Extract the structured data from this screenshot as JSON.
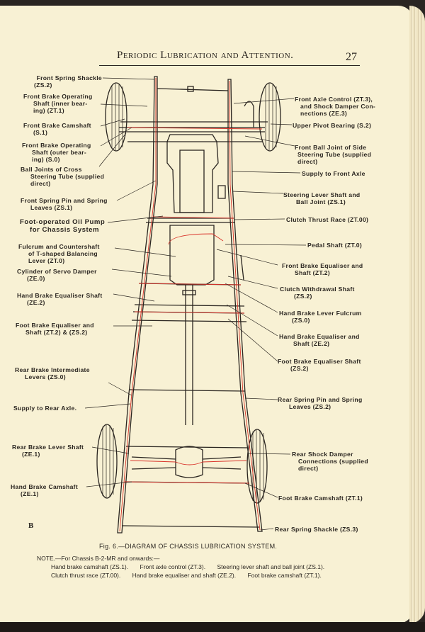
{
  "header": {
    "title": "Periodic Lubrication and Attention.",
    "page_number": "27"
  },
  "labels_left": [
    {
      "id": "front-spring-shackle",
      "lines": [
        "Front Spring Shackle",
        "(ZS.2)"
      ]
    },
    {
      "id": "front-brake-operating-shaft-inner",
      "lines": [
        "Front Brake Operating",
        "Shaft (inner bear-",
        "ing) (ZT.1)"
      ]
    },
    {
      "id": "front-brake-camshaft",
      "lines": [
        "Front Brake Camshaft",
        "(S.1)"
      ]
    },
    {
      "id": "front-brake-operating-shaft-outer",
      "lines": [
        "Front Brake Operating",
        "Shaft (outer bear-",
        "ing) (S.0)"
      ]
    },
    {
      "id": "ball-joints-cross-steering-tube",
      "lines": [
        "Ball Joints of Cross",
        "Steering Tube (supplied",
        "direct)"
      ]
    },
    {
      "id": "front-spring-pin",
      "lines": [
        "Front Spring Pin and Spring",
        "Leaves (ZS.1)"
      ]
    },
    {
      "id": "foot-operated-oil-pump",
      "lines": [
        "Foot-operated Oil Pump",
        "for Chassis System"
      ]
    },
    {
      "id": "fulcrum-countershaft",
      "lines": [
        "Fulcrum and Countershaft",
        "of T-shaped Balancing",
        "Lever (ZT.0)"
      ]
    },
    {
      "id": "cylinder-servo-damper",
      "lines": [
        "Cylinder of Servo Damper",
        "(ZE.0)"
      ]
    },
    {
      "id": "hand-brake-equaliser-shaft",
      "lines": [
        "Hand Brake Equaliser Shaft",
        "(ZE.2)"
      ]
    },
    {
      "id": "foot-brake-equaliser-and-shaft",
      "lines": [
        "Foot Brake Equaliser and",
        "Shaft (ZT.2) & (ZS.2)"
      ]
    },
    {
      "id": "rear-brake-intermediate-levers",
      "lines": [
        "Rear Brake Intermediate",
        "Levers (ZS.0)"
      ]
    },
    {
      "id": "supply-rear-axle",
      "lines": [
        "Supply to Rear Axle."
      ]
    },
    {
      "id": "rear-brake-lever-shaft",
      "lines": [
        "Rear Brake Lever Shaft",
        "(ZE.1)"
      ]
    },
    {
      "id": "hand-brake-camshaft",
      "lines": [
        "Hand Brake Camshaft",
        "(ZE.1)"
      ]
    }
  ],
  "labels_right": [
    {
      "id": "front-axle-control",
      "lines": [
        "Front Axle Control (ZT.3),",
        "and Shock Damper Con-",
        "nections (ZE.3)"
      ]
    },
    {
      "id": "upper-pivot-bearing",
      "lines": [
        "Upper Pivot Bearing (S.2)"
      ]
    },
    {
      "id": "front-ball-joint-side-steering",
      "lines": [
        "Front Ball Joint of Side",
        "Steering Tube (supplied",
        "direct)"
      ]
    },
    {
      "id": "supply-front-axle",
      "lines": [
        "Supply to Front Axle"
      ]
    },
    {
      "id": "steering-lever-shaft",
      "lines": [
        "Steering Lever Shaft and",
        "Ball Joint (ZS.1)"
      ]
    },
    {
      "id": "clutch-thrust-race",
      "lines": [
        "Clutch Thrust Race (ZT.00)"
      ]
    },
    {
      "id": "pedal-shaft",
      "lines": [
        "Pedal Shaft (ZT.0)"
      ]
    },
    {
      "id": "front-brake-equaliser",
      "lines": [
        "Front Brake Equaliser and",
        "Shaft (ZT.2)"
      ]
    },
    {
      "id": "clutch-withdrawal-shaft",
      "lines": [
        "Clutch Withdrawal Shaft",
        "(ZS.2)"
      ]
    },
    {
      "id": "hand-brake-lever-fulcrum",
      "lines": [
        "Hand Brake Lever Fulcrum",
        "(ZS.0)"
      ]
    },
    {
      "id": "hand-brake-equaliser-and-shaft",
      "lines": [
        "Hand Brake Equaliser and",
        "Shaft (ZE.2)"
      ]
    },
    {
      "id": "foot-brake-equaliser-shaft",
      "lines": [
        "Foot Brake Equaliser Shaft",
        "(ZS.2)"
      ]
    },
    {
      "id": "rear-spring-pin",
      "lines": [
        "Rear Spring Pin and Spring",
        "Leaves (ZS.2)"
      ]
    },
    {
      "id": "rear-shock-damper",
      "lines": [
        "Rear Shock Damper",
        "Connections (supplied",
        "direct)"
      ]
    },
    {
      "id": "foot-brake-camshaft",
      "lines": [
        "Foot Brake Camshaft (ZT.1)"
      ]
    },
    {
      "id": "rear-spring-shackle",
      "lines": [
        "Rear Spring Shackle (ZS.3)"
      ]
    }
  ],
  "section_letter": "B",
  "caption": "Fig. 6.—DIAGRAM OF CHASSIS LUBRICATION SYSTEM.",
  "note": {
    "intro": "NOTE.—For Chassis B-2-MR and onwards:—",
    "rows": [
      [
        "Hand brake camshaft (ZS.1).",
        "Front axle control (ZT.3).",
        "Steering lever shaft and ball joint (ZS.1)."
      ],
      [
        "Clutch thrust race (ZT.00).",
        "Hand brake equaliser and shaft (ZE.2).",
        "Foot brake camshaft (ZT.1)."
      ]
    ]
  },
  "colors": {
    "paper": "#f8f1d4",
    "ink": "#2a2520",
    "oil_line": "#d9342b"
  }
}
